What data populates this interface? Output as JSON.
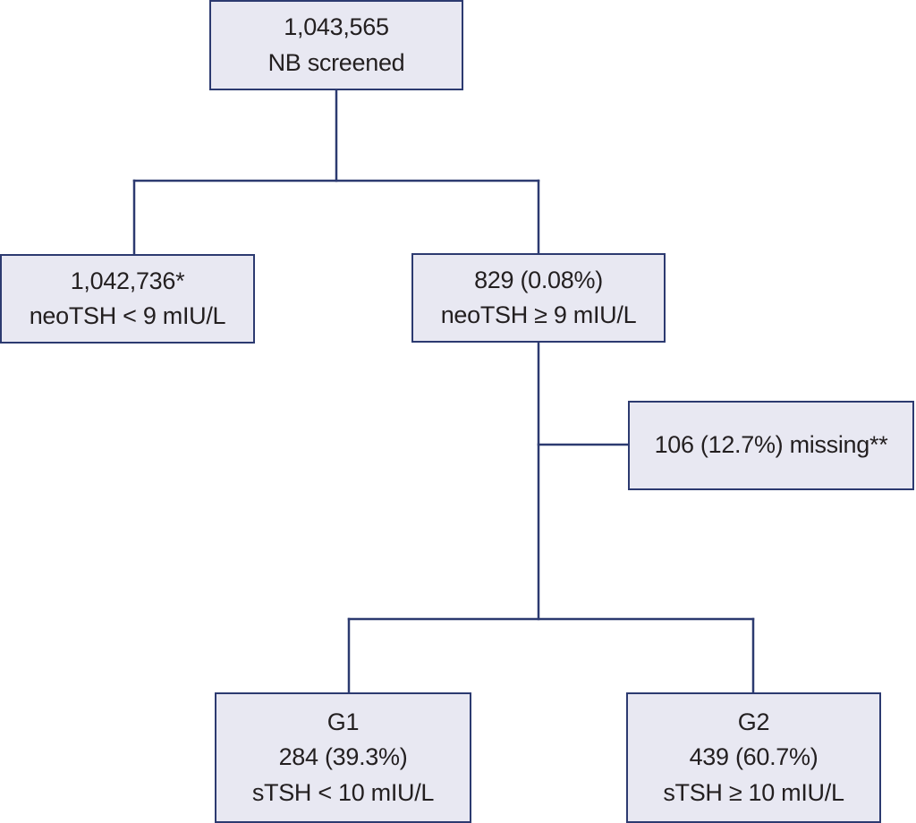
{
  "nodes": {
    "screened": {
      "count": "1,043,565",
      "label": "NB screened"
    },
    "low_tsh": {
      "count": "1,042,736*",
      "label": "neoTSH < 9 mIU/L"
    },
    "high_tsh": {
      "count": "829 (0.08%)",
      "label": "neoTSH ≥ 9 mIU/L"
    },
    "missing": {
      "label": "106 (12.7%) missing**"
    },
    "g1": {
      "group": "G1",
      "count": "284 (39.3%)",
      "label": "sTSH < 10 mIU/L"
    },
    "g2": {
      "group": "G2",
      "count": "439 (60.7%)",
      "label": "sTSH ≥ 10 mIU/L"
    }
  },
  "colors": {
    "box_fill": "#e8e8f2",
    "box_border": "#2c3a70",
    "connector": "#2c3a70",
    "text": "#231f20"
  }
}
